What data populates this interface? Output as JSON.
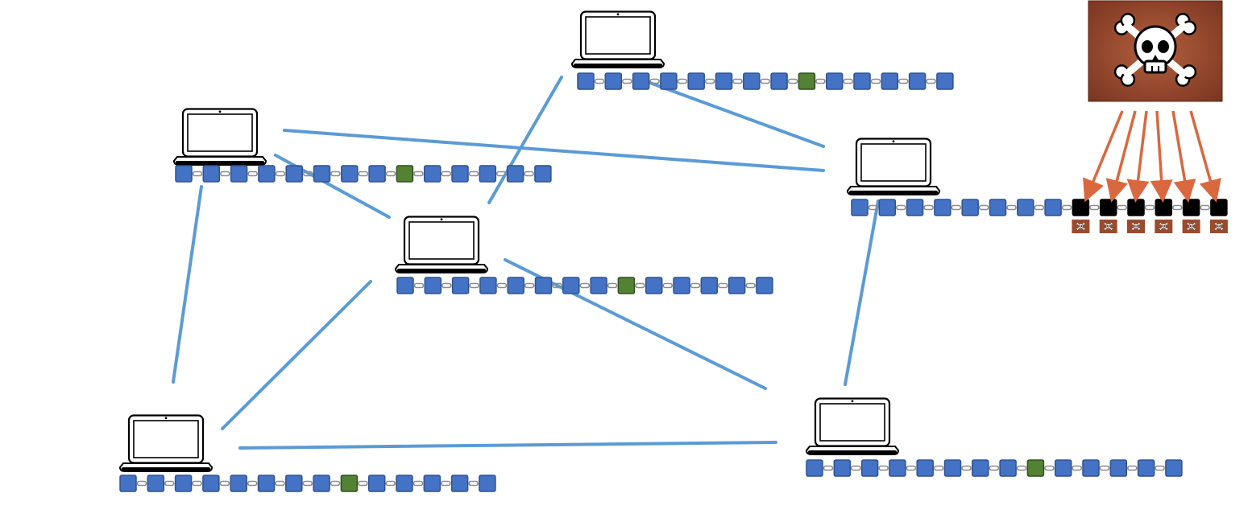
{
  "colors": {
    "connection": "#5b9bd5",
    "block": "#4472c4",
    "block_border": "#2f528f",
    "highlighted_block": "#548235",
    "highlighted_block_border": "#2e4f1b",
    "malicious_block": "#000000",
    "attack_arrow": "#d9683f",
    "pirate_background": "#9c4a2c"
  },
  "nodes": [
    {
      "name": "node-top",
      "blocks": 14,
      "highlight": 8
    },
    {
      "name": "node-upper-left",
      "blocks": 14,
      "highlight": 8
    },
    {
      "name": "node-center",
      "blocks": 14,
      "highlight": 8
    },
    {
      "name": "node-upper-right",
      "blocks": 8,
      "highlight": -1,
      "malicious_blocks": 6
    },
    {
      "name": "node-lower-left",
      "blocks": 14,
      "highlight": 8
    },
    {
      "name": "node-lower-right",
      "blocks": 14,
      "highlight": 8
    }
  ],
  "connections": [
    [
      "node-top",
      "node-center"
    ],
    [
      "node-top",
      "node-upper-right"
    ],
    [
      "node-upper-left",
      "node-upper-right"
    ],
    [
      "node-upper-left",
      "node-center"
    ],
    [
      "node-upper-left",
      "node-lower-left"
    ],
    [
      "node-center",
      "node-lower-left"
    ],
    [
      "node-center",
      "node-lower-right"
    ],
    [
      "node-upper-right",
      "node-lower-right"
    ],
    [
      "node-lower-left",
      "node-lower-right"
    ]
  ],
  "attacker": {
    "icon": "skull-crossbones-icon",
    "arrows": 6
  }
}
